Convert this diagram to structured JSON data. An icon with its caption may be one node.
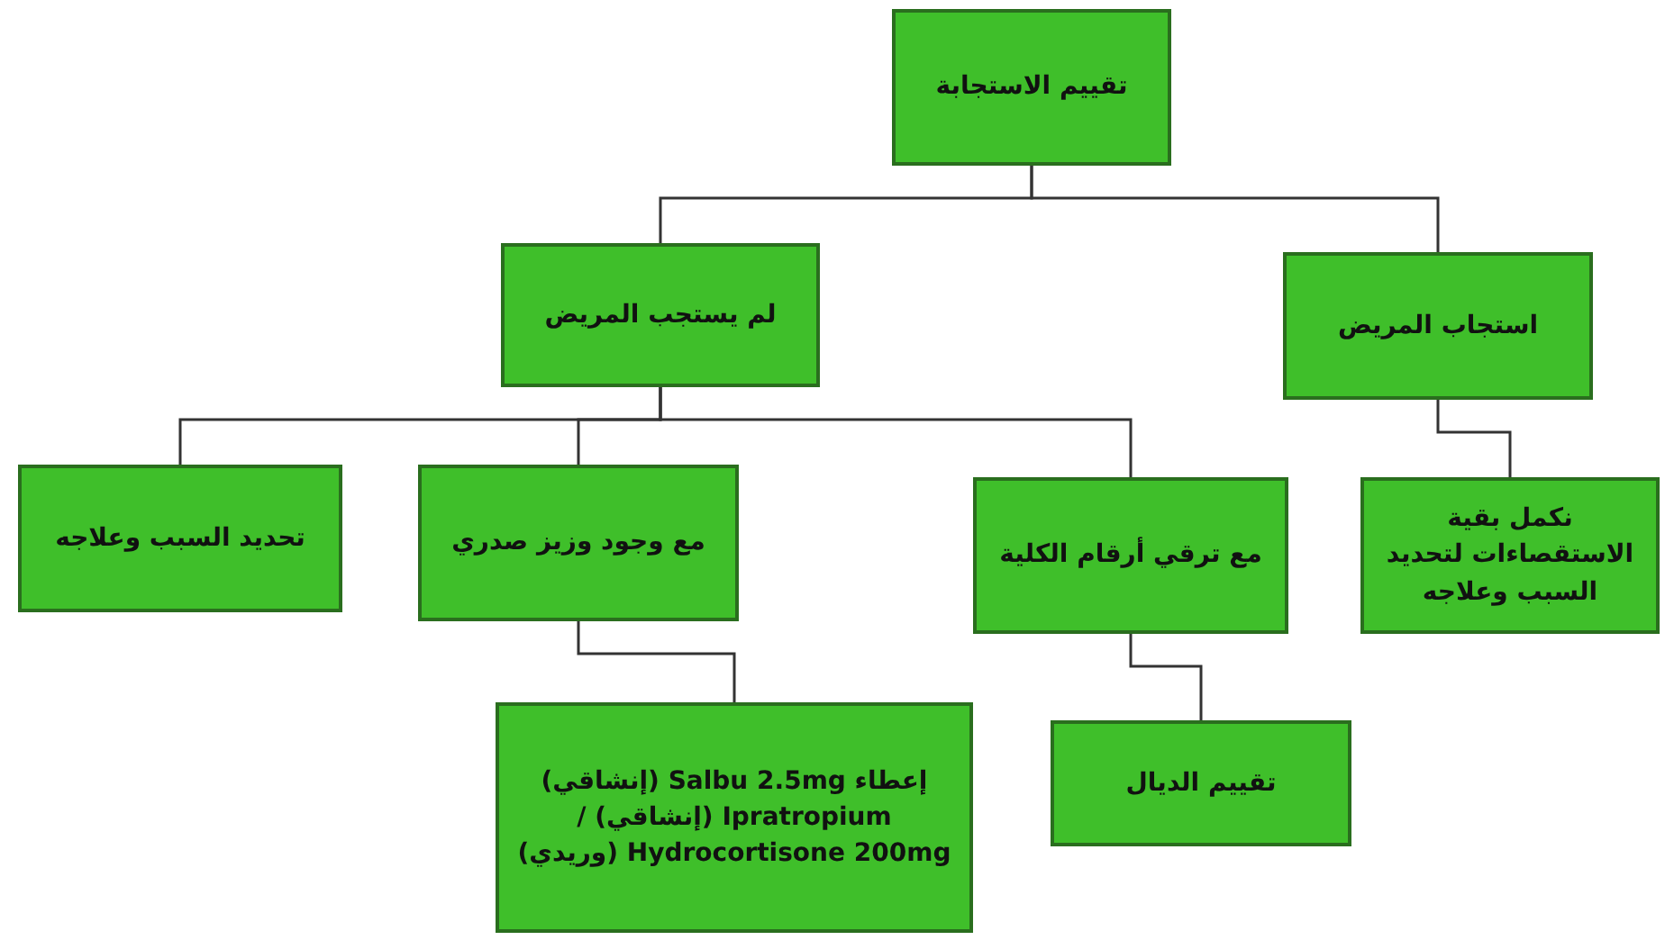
{
  "diagram": {
    "nodes": [
      {
        "text": [
          "تقييم الاستجابة"
        ]
      },
      {
        "text": [
          "لم يستجب المريض"
        ]
      },
      {
        "text": [
          "استجاب المريض"
        ]
      },
      {
        "text": [
          "تحديد السبب وعلاجه"
        ]
      },
      {
        "text": [
          "مع وجود وزيز صدري"
        ]
      },
      {
        "text": [
          "مع ترقي أرقام الكلية"
        ]
      },
      {
        "text": [
          "نكمل بقية الاستقصاءات لتحديد السبب وعلاجه"
        ]
      },
      {
        "text": [
          "إعطاء Salbu 2.5mg (إنشاقي) Ipratropium (إنشاقي) / Hydrocortisone 200mg (وريدي)"
        ]
      },
      {
        "text": [
          "تقييم الديال"
        ]
      }
    ],
    "edges": [
      {
        "from": 0,
        "to": 1,
        "arrow": "none"
      },
      {
        "from": 0,
        "to": 2,
        "arrow": "none"
      },
      {
        "from": 1,
        "to": 3,
        "arrow": "none"
      },
      {
        "from": 1,
        "to": 4,
        "arrow": "none"
      },
      {
        "from": 1,
        "to": 5,
        "arrow": "none"
      },
      {
        "from": 2,
        "to": 6,
        "arrow": "none"
      },
      {
        "from": 4,
        "to": 7,
        "arrow": "none"
      },
      {
        "from": 5,
        "to": 8,
        "arrow": "none"
      }
    ]
  }
}
